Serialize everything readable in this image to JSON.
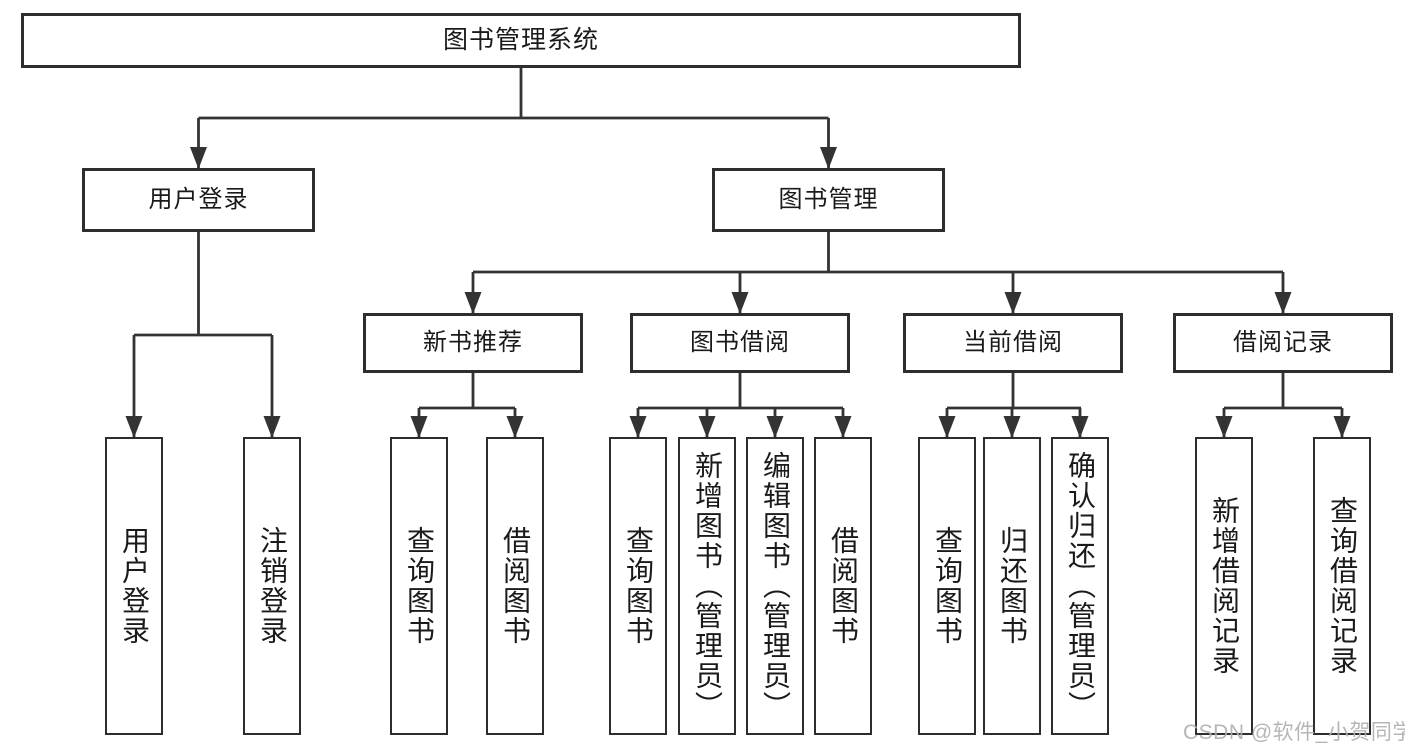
{
  "diagram": {
    "root": {
      "label": "图书管理系统"
    },
    "branches": [
      {
        "label": "用户登录",
        "leaves": [
          {
            "label": "用户登录"
          },
          {
            "label": "注销登录"
          }
        ]
      },
      {
        "label": "图书管理",
        "sections": [
          {
            "label": "新书推荐",
            "leaves": [
              {
                "label": "查询图书"
              },
              {
                "label": "借阅图书"
              }
            ]
          },
          {
            "label": "图书借阅",
            "leaves": [
              {
                "label": "查询图书"
              },
              {
                "label": "新增图书（管理员）"
              },
              {
                "label": "编辑图书（管理员）"
              },
              {
                "label": "借阅图书"
              }
            ]
          },
          {
            "label": "当前借阅",
            "leaves": [
              {
                "label": "查询图书"
              },
              {
                "label": "归还图书"
              },
              {
                "label": "确认归还（管理员）"
              }
            ]
          },
          {
            "label": "借阅记录",
            "leaves": [
              {
                "label": "新增借阅记录"
              },
              {
                "label": "查询借阅记录"
              }
            ]
          }
        ]
      }
    ],
    "watermark": "CSDN @软件_小贺同学",
    "colors": {
      "line": "#333333",
      "box_border": "#2d2d2d",
      "box_bg": "#ffffff",
      "text": "#1a1a1a",
      "watermark": "#b0b0b0"
    }
  }
}
